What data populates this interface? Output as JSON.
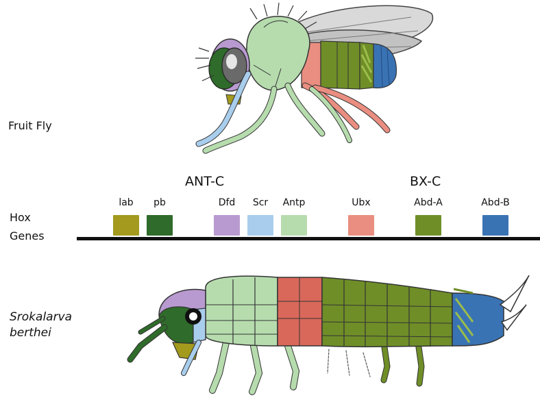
{
  "labels": {
    "fly": "Fruit Fly",
    "hox_line1": "Hox",
    "hox_line2": "Genes",
    "larva_line1": "Srokalarva",
    "larva_line2": "berthei",
    "cluster_ant": "ANT-C",
    "cluster_bx": "BX-C"
  },
  "genes": [
    {
      "name": "lab",
      "color": "#a39a1e"
    },
    {
      "name": "pb",
      "color": "#2f6b2a"
    },
    {
      "name": "Dfd",
      "color": "#b89ad0"
    },
    {
      "name": "Scr",
      "color": "#a9cdec"
    },
    {
      "name": "Antp",
      "color": "#b6dcae"
    },
    {
      "name": "Ubx",
      "color": "#e98e80"
    },
    {
      "name": "Abd-A",
      "color": "#6f8e28"
    },
    {
      "name": "Abd-B",
      "color": "#3a73b4"
    }
  ]
}
